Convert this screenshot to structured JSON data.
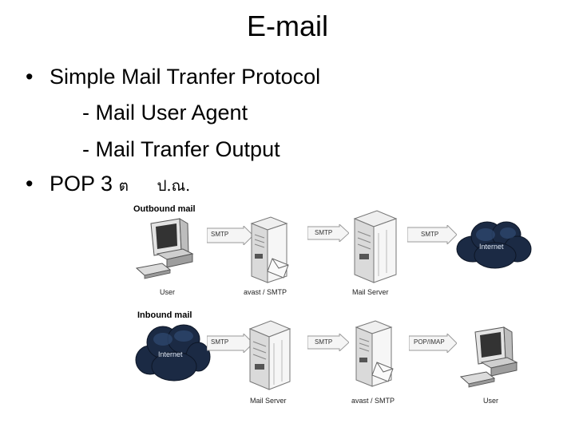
{
  "title": "E-mail",
  "bullets": [
    {
      "text": "Simple Mail Tranfer Protocol"
    },
    {
      "text": "- Mail User Agent"
    },
    {
      "text": "- Mail Tranfer Output"
    },
    {
      "text": "POP 3",
      "suffix_a": "ต",
      "suffix_b": "ป.ณ."
    }
  ],
  "outbound": {
    "heading": "Outbound mail",
    "arrows": [
      "SMTP",
      "SMTP",
      "SMTP"
    ],
    "labels": [
      "User",
      "avast / SMTP",
      "Mail Server"
    ],
    "cloud": "Internet"
  },
  "inbound": {
    "heading": "Inbound mail",
    "arrows": [
      "SMTP",
      "SMTP",
      "POP/IMAP"
    ],
    "labels": [
      "Mail Server",
      "avast / SMTP",
      "User"
    ],
    "cloud": "Internet"
  }
}
